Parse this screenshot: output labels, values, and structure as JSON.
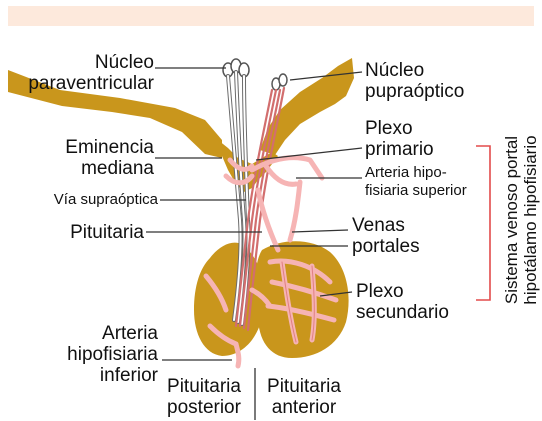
{
  "colors": {
    "hypothalamus": "#c9961c",
    "vessel": "#f6b4b4",
    "vessel_dark": "#e07f84",
    "fibers": "#d26e6e",
    "bracket": "#e34b4b",
    "band": "#fde9dc"
  },
  "labels": {
    "nucleo_paraventricular": "Núcleo\nparaventricular",
    "nucleo_supraoptico": "Núcleo\npupraóptico",
    "eminencia_mediana": "Eminencia\nmediana",
    "plexo_primario": "Plexo\nprimario",
    "arteria_hipofisiaria_superior": "Arteria hipo-\nfisiaria superior",
    "via_supraoptica": "Vía supraóptica",
    "pituitaria": "Pituitaria",
    "venas_portales": "Venas\nportales",
    "plexo_secundario": "Plexo\nsecundario",
    "arteria_hipofisiaria_inferior": "Arteria\nhipofisiaria\ninferior",
    "pituitaria_posterior": "Pituitaria\nposterior",
    "pituitaria_anterior": "Pituitaria\nanterior",
    "sistema_label": "Sistema venoso portal\nhipotálamo hipofisiario"
  }
}
